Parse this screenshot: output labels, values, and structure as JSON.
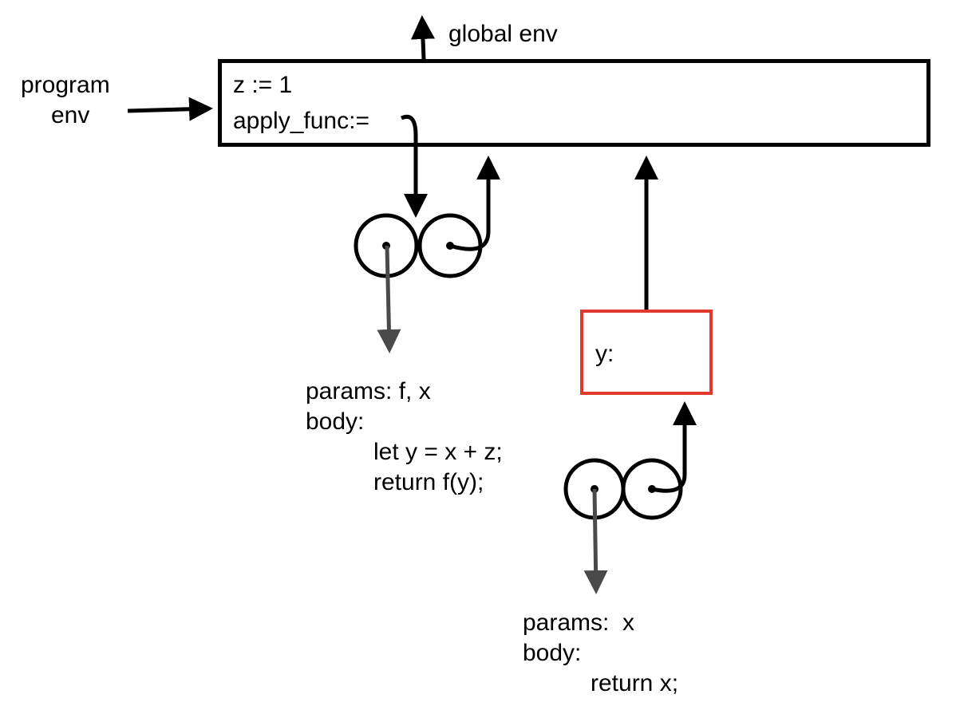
{
  "labels": {
    "global_env": "global env",
    "program_env": [
      "program",
      "env"
    ]
  },
  "program_env_frame": {
    "bindings": [
      "z := 1",
      "apply_func:="
    ]
  },
  "call_frame": {
    "bindings": [
      "y:"
    ],
    "border_color": "#e03a2f"
  },
  "closure_1": {
    "code": [
      "params: f, x",
      "body:",
      "let y = x + z;",
      "return f(y);"
    ]
  },
  "closure_2": {
    "code": [
      "params:  x",
      "body:",
      "return x;"
    ]
  },
  "colors": {
    "arrow_black": "#000000",
    "arrow_gray": "#4a4a4a",
    "frame_red": "#e03a2f"
  }
}
